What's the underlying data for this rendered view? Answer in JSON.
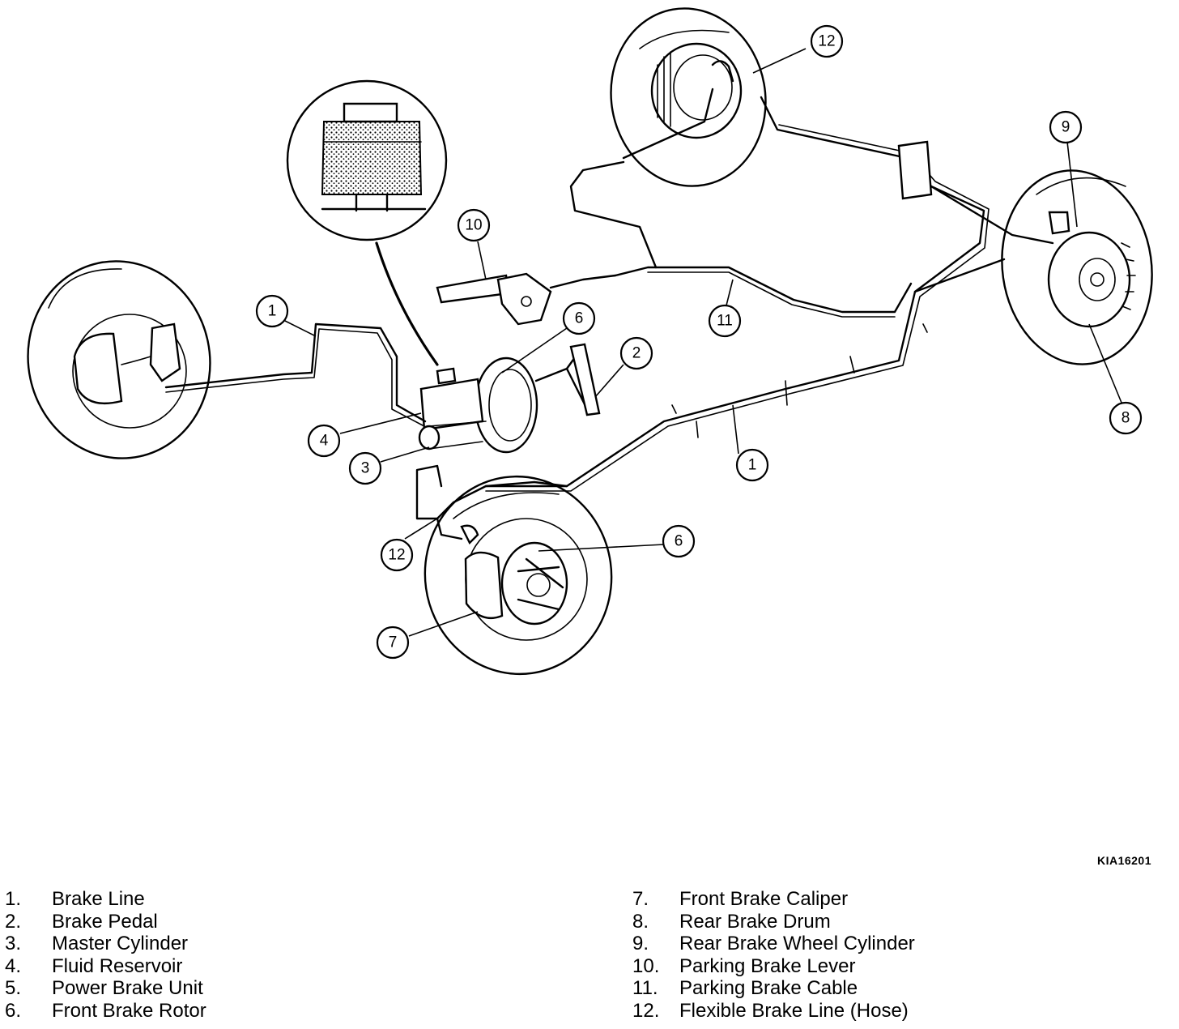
{
  "figure_code": "KIA16201",
  "legend": {
    "left": [
      {
        "num": "1.",
        "label": "Brake Line"
      },
      {
        "num": "2.",
        "label": "Brake Pedal"
      },
      {
        "num": "3.",
        "label": "Master Cylinder"
      },
      {
        "num": "4.",
        "label": "Fluid Reservoir"
      },
      {
        "num": "5.",
        "label": "Power Brake Unit"
      },
      {
        "num": "6.",
        "label": "Front Brake Rotor"
      }
    ],
    "right": [
      {
        "num": "7.",
        "label": "Front Brake Caliper"
      },
      {
        "num": "8.",
        "label": "Rear Brake Drum"
      },
      {
        "num": "9.",
        "label": "Rear Brake Wheel Cylinder"
      },
      {
        "num": "10.",
        "label": "Parking Brake Lever"
      },
      {
        "num": "11.",
        "label": "Parking Brake Cable"
      },
      {
        "num": "12.",
        "label": "Flexible Brake Line (Hose)"
      }
    ]
  },
  "callouts": [
    "12",
    "9",
    "10",
    "1",
    "6",
    "2",
    "11",
    "4",
    "3",
    "1",
    "8",
    "12",
    "6",
    "7"
  ]
}
